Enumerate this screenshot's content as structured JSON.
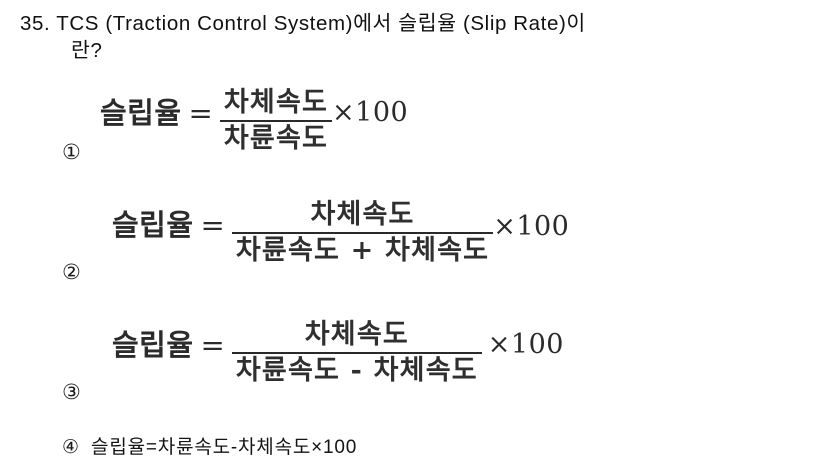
{
  "question": {
    "number": "35.",
    "line1": "35. TCS (Traction Control System)에서 슬립율 (Slip Rate)이",
    "line2": "란?"
  },
  "options": [
    {
      "marker": "①",
      "lhs": "슬립율",
      "equals": "=",
      "numerator": "차체속도",
      "denominator": "차륜속도",
      "tail": "×100"
    },
    {
      "marker": "②",
      "lhs": "슬립율",
      "equals": "=",
      "numerator": "차체속도",
      "denominator": "차륜속도 + 차체속도",
      "tail": "×100"
    },
    {
      "marker": "③",
      "lhs": "슬립율",
      "equals": "=",
      "numerator": "차체속도",
      "denominator": "차륜속도 - 차체속도",
      "tail": "×100"
    },
    {
      "marker": "④",
      "text": "슬립율=차륜속도-차체속도×100"
    }
  ],
  "colors": {
    "background": "#ffffff",
    "text": "#141414",
    "rule": "#2a2a2a"
  }
}
